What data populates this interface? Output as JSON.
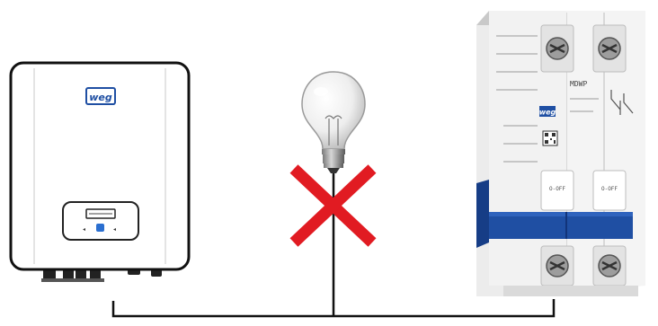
{
  "brand": {
    "logo_text": "weg",
    "breaker_logo_text": "weg",
    "model": "MDWP",
    "toggle_text": "O-OFF",
    "accent_blue": "#1f4fa3"
  },
  "status_mark": {
    "symbol": "cross",
    "color": "#e11b22"
  },
  "wiring": {
    "color": "#111111"
  },
  "devices": [
    {
      "kind": "solar-inverter"
    },
    {
      "kind": "light-bulb"
    },
    {
      "kind": "circuit-breaker-2-pole"
    }
  ]
}
